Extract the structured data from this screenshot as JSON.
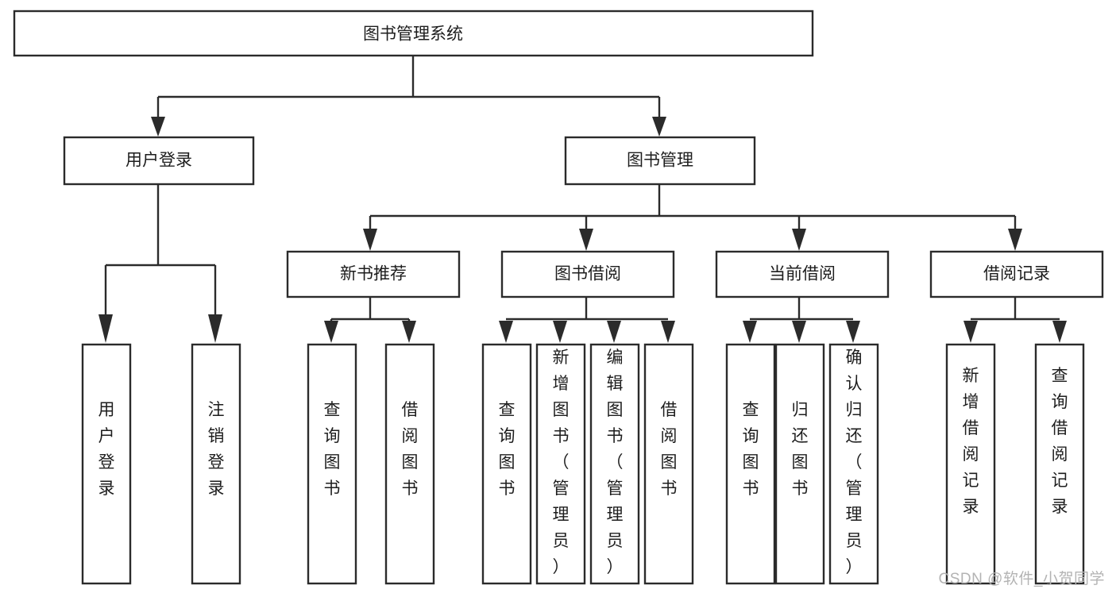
{
  "diagram": {
    "type": "tree",
    "orientation": "top-down",
    "root": {
      "id": "root",
      "label": "图书管理系统"
    },
    "level2": [
      {
        "id": "user-login",
        "label": "用户登录"
      },
      {
        "id": "book-manage",
        "label": "图书管理"
      }
    ],
    "level3": [
      {
        "id": "new-book-rec",
        "label": "新书推荐",
        "parent": "book-manage"
      },
      {
        "id": "book-borrow",
        "label": "图书借阅",
        "parent": "book-manage"
      },
      {
        "id": "current-borrow",
        "label": "当前借阅",
        "parent": "book-manage"
      },
      {
        "id": "borrow-record",
        "label": "借阅记录",
        "parent": "book-manage"
      }
    ],
    "leaves": [
      {
        "id": "leaf-user-login",
        "label": "用户登录",
        "parent": "user-login"
      },
      {
        "id": "leaf-logout",
        "label": "注销登录",
        "parent": "user-login"
      },
      {
        "id": "leaf-query-book-1",
        "label": "查询图书",
        "parent": "new-book-rec"
      },
      {
        "id": "leaf-borrow-book-1",
        "label": "借阅图书",
        "parent": "new-book-rec"
      },
      {
        "id": "leaf-query-book-2",
        "label": "查询图书",
        "parent": "book-borrow"
      },
      {
        "id": "leaf-add-book",
        "label": "新增图书（管理员）",
        "parent": "book-borrow"
      },
      {
        "id": "leaf-edit-book",
        "label": "编辑图书（管理员）",
        "parent": "book-borrow"
      },
      {
        "id": "leaf-borrow-book-2",
        "label": "借阅图书",
        "parent": "book-borrow"
      },
      {
        "id": "leaf-query-book-3",
        "label": "查询图书",
        "parent": "current-borrow"
      },
      {
        "id": "leaf-return-book",
        "label": "归还图书",
        "parent": "current-borrow"
      },
      {
        "id": "leaf-confirm-return",
        "label": "确认归还（管理员）",
        "parent": "current-borrow"
      },
      {
        "id": "leaf-add-record",
        "label": "新增借阅记录",
        "parent": "borrow-record"
      },
      {
        "id": "leaf-query-record",
        "label": "查询借阅记录",
        "parent": "borrow-record"
      }
    ]
  },
  "watermark": {
    "text": "CSDN @软件_小贺同学"
  },
  "colors": {
    "stroke": "#2b2b2b",
    "box_fill": "#ffffff",
    "text": "#1d1d1d",
    "watermark": "#b3b3b3",
    "background": "#ffffff"
  }
}
